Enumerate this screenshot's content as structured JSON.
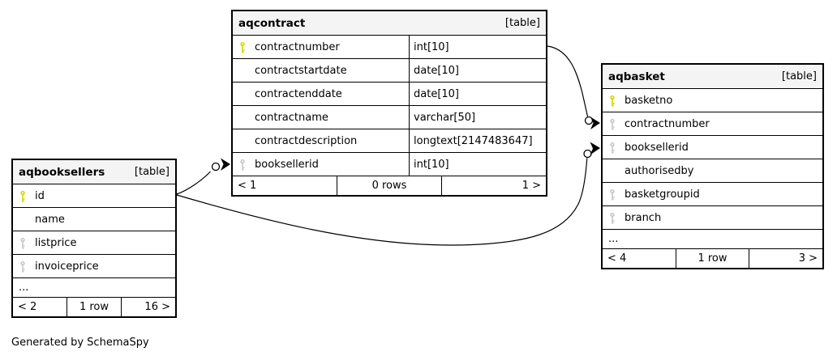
{
  "credit": "Generated by SchemaSpy",
  "colors": {
    "primary_key": "#d6d600",
    "foreign_key": "#c9c9c9",
    "header_bg": "#f4f4f4",
    "border": "#000000",
    "background": "#ffffff"
  },
  "tables": [
    {
      "name": "aqcontract",
      "badge": "[table]",
      "columns": [
        {
          "name": "contractnumber",
          "type": "int[10]",
          "key": "primary"
        },
        {
          "name": "contractstartdate",
          "type": "date[10]",
          "key": "none"
        },
        {
          "name": "contractenddate",
          "type": "date[10]",
          "key": "none"
        },
        {
          "name": "contractname",
          "type": "varchar[50]",
          "key": "none"
        },
        {
          "name": "contractdescription",
          "type": "longtext[2147483647]",
          "key": "none"
        },
        {
          "name": "booksellerid",
          "type": "int[10]",
          "key": "foreign"
        }
      ],
      "footer": {
        "prev": "< 1",
        "rows": "0 rows",
        "next": "1 >"
      }
    },
    {
      "name": "aqbooksellers",
      "badge": "[table]",
      "columns": [
        {
          "name": "id",
          "key": "primary"
        },
        {
          "name": "name",
          "key": "none"
        },
        {
          "name": "listprice",
          "key": "foreign"
        },
        {
          "name": "invoiceprice",
          "key": "foreign"
        }
      ],
      "ellipsis": "...",
      "footer": {
        "prev": "< 2",
        "rows": "1 row",
        "next": "16 >"
      }
    },
    {
      "name": "aqbasket",
      "badge": "[table]",
      "columns": [
        {
          "name": "basketno",
          "key": "primary"
        },
        {
          "name": "contractnumber",
          "key": "foreign"
        },
        {
          "name": "booksellerid",
          "key": "foreign"
        },
        {
          "name": "authorisedby",
          "key": "none"
        },
        {
          "name": "basketgroupid",
          "key": "foreign"
        },
        {
          "name": "branch",
          "key": "foreign"
        }
      ],
      "ellipsis": "...",
      "footer": {
        "prev": "< 4",
        "rows": "1 row",
        "next": "3 >"
      }
    }
  ],
  "relationships": [
    {
      "from_table": "aqcontract",
      "from_column": "contractnumber",
      "to_table": "aqbasket",
      "to_column": "contractnumber",
      "endpoint": "circle-arrow"
    },
    {
      "from_table": "aqbooksellers",
      "from_column": "id",
      "to_table": "aqcontract",
      "to_column": "booksellerid",
      "endpoint": "circle-arrow"
    },
    {
      "from_table": "aqbooksellers",
      "from_column": "id",
      "to_table": "aqbasket",
      "to_column": "booksellerid",
      "endpoint": "circle-arrow"
    }
  ]
}
